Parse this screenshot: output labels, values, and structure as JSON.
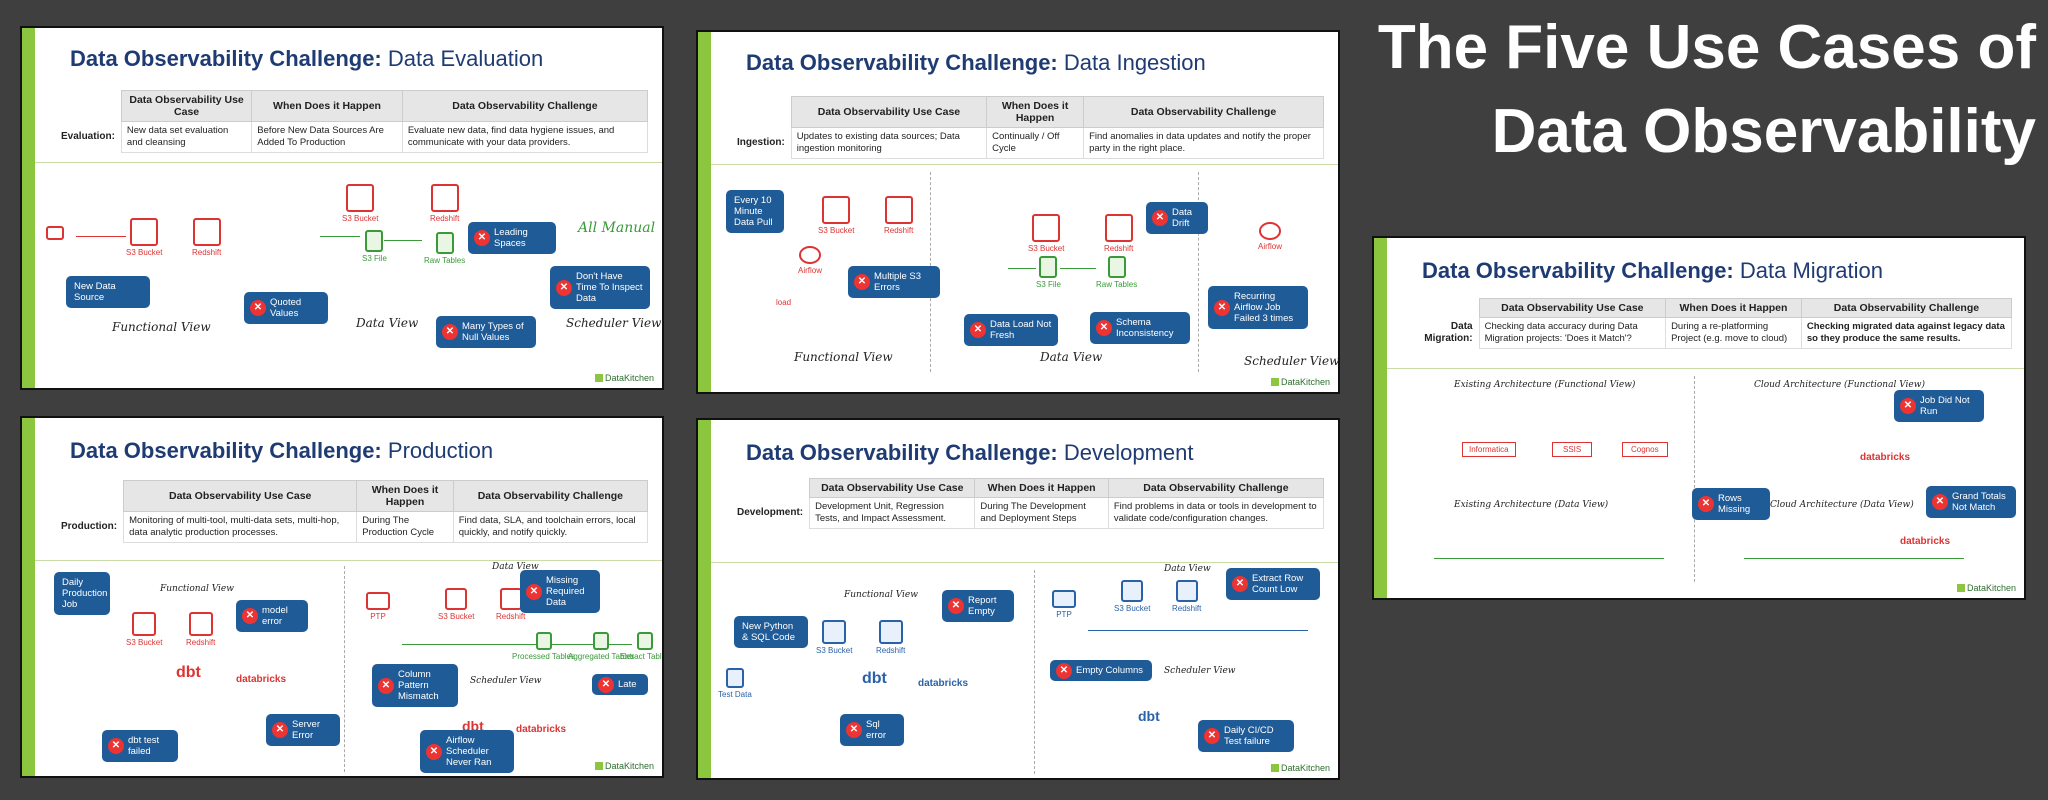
{
  "page_title": "The Five Use Cases of Data Observability",
  "logo_text": "DataKitchen",
  "headers": {
    "col1": "Data Observability Use Case",
    "col2": "When Does it Happen",
    "col3": "Data Observability Challenge"
  },
  "title_prefix": "Data Observability Challenge:",
  "evaluation": {
    "title": "Data Evaluation",
    "row_label": "Evaluation:",
    "use_case": "New data set evaluation and cleansing",
    "when": "Before New Data Sources Are Added To Production",
    "challenge": "Evaluate new data, find data hygiene issues, and communicate with your data providers.",
    "views": {
      "functional": "Functional View",
      "data": "Data View",
      "scheduler": "Scheduler View"
    },
    "nodes": {
      "s3": "S3 Bucket",
      "redshift": "Redshift",
      "s3_file": "S3 File",
      "raw": "Raw Tables"
    },
    "manual": "All Manual",
    "callouts": {
      "new_source": "New Data Source",
      "quoted": "Quoted Values",
      "leading": "Leading Spaces",
      "null_values": "Many Types of Null Values",
      "no_time": "Don't Have Time To Inspect Data"
    }
  },
  "ingestion": {
    "title": "Data Ingestion",
    "row_label": "Ingestion:",
    "use_case": "Updates to existing data sources; Data ingestion monitoring",
    "when": "Continually / Off Cycle",
    "challenge": "Find anomalies in data updates and notify the proper party in the right place.",
    "views": {
      "functional": "Functional View",
      "data": "Data View",
      "scheduler": "Scheduler View"
    },
    "nodes": {
      "s3": "S3 Bucket",
      "redshift": "Redshift",
      "s3_file": "S3 File",
      "raw": "Raw Tables",
      "load": "load",
      "airflow": "Airflow"
    },
    "callouts": {
      "every10": "Every 10 Minute Data Pull",
      "multi_s3": "Multiple S3 Errors",
      "drift": "Data Drift",
      "not_fresh": "Data Load Not Fresh",
      "schema": "Schema Inconsistency",
      "recurring": "Recurring Airflow Job Failed 3 times"
    }
  },
  "migration": {
    "title": "Data Migration",
    "row_label": "Data Migration:",
    "use_case": "Checking data accuracy during Data Migration projects: 'Does it Match'?",
    "when": "During a re-platforming Project (e.g. move to cloud)",
    "challenge": "Checking migrated data against legacy data so they produce the same results.",
    "views": {
      "existing_func": "Existing Architecture (Functional View)",
      "cloud_func": "Cloud Architecture (Functional View)",
      "existing_data": "Existing Architecture (Data View)",
      "cloud_data": "Cloud Architecture (Data View)"
    },
    "nodes": {
      "informatica": "Informatica",
      "ssis": "SSIS",
      "cognos": "Cognos",
      "databricks": "databricks"
    },
    "callouts": {
      "job_not_run": "Job Did Not Run",
      "rows_missing": "Rows Missing",
      "grand_totals": "Grand Totals Not Match"
    }
  },
  "production": {
    "title": "Production",
    "row_label": "Production:",
    "use_case": "Monitoring of multi-tool, multi-data sets, multi-hop, data analytic production processes.",
    "when": "During The Production Cycle",
    "challenge": "Find data, SLA, and toolchain errors, local quickly, and notify quickly.",
    "views": {
      "functional": "Functional View",
      "data": "Data View",
      "scheduler": "Scheduler View"
    },
    "nodes": {
      "s3": "S3 Bucket",
      "redshift": "Redshift",
      "processed": "Processed Tables",
      "aggregated": "Aggregated Tables",
      "extract": "Extract Tables",
      "ptp": "PTP",
      "databricks": "databricks",
      "dbt": "dbt"
    },
    "callouts": {
      "daily_job": "Daily Production Job",
      "model_error": "model error",
      "missing": "Missing Required Data",
      "column": "Column Pattern Mismatch",
      "late": "Late",
      "dbt_fail": "dbt test failed",
      "server": "Server Error",
      "airflow_never": "Airflow Scheduler Never Ran"
    }
  },
  "development": {
    "title": "Development",
    "row_label": "Development:",
    "use_case": "Development Unit, Regression Tests, and Impact Assessment.",
    "when": "During The Development and Deployment Steps",
    "challenge": "Find problems in data or tools in development to validate code/configuration changes.",
    "views": {
      "functional": "Functional View",
      "data": "Data View",
      "scheduler": "Scheduler View"
    },
    "nodes": {
      "s3": "S3 Bucket",
      "redshift": "Redshift",
      "test_data": "Test Data",
      "dbt": "dbt",
      "databricks": "databricks",
      "ptp": "PTP"
    },
    "callouts": {
      "report_empty": "Report Empty",
      "new_python": "New Python & SQL Code",
      "extract_row": "Extract Row Count Low",
      "empty_cols": "Empty Columns",
      "sql_error": "Sql error",
      "cicd": "Daily CI/CD Test failure"
    }
  }
}
